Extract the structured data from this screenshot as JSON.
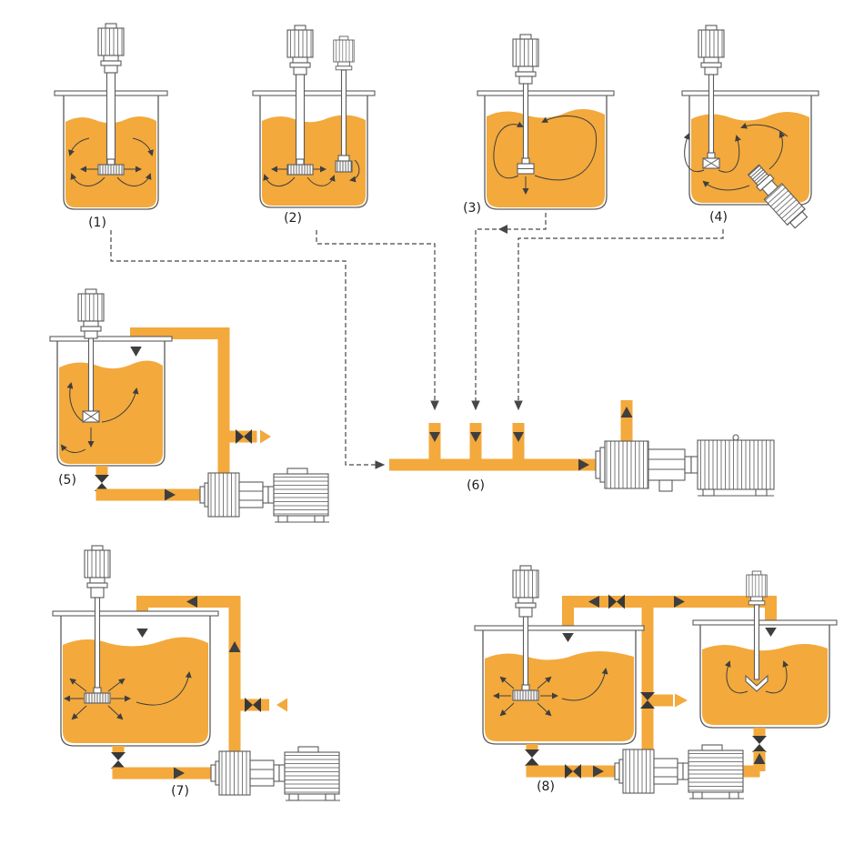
{
  "diagram": {
    "title": "Mixer and inline high-shear pump installation configurations",
    "labels": {
      "l1": "(1)",
      "l2": "(2)",
      "l3": "(3)",
      "l4": "(4)",
      "l5": "(5)",
      "l6": "(6)",
      "l7": "(7)",
      "l8": "(8)"
    },
    "colors": {
      "liquid": "#F3A93C",
      "pipe": "#F3A93C",
      "outline": "#5b5b5b",
      "valve": "#383838",
      "dash": "#474747",
      "flow": "#3f3f3f",
      "background": "#ffffff"
    },
    "components": {
      "config1": "batch tank with single top-entry disperser",
      "config2": "batch tank with two top-entry mixers",
      "config3": "batch tank with top-entry agitator",
      "config4": "tank with top agitator and bottom-entry high-shear mixer",
      "config5": "tank with agitator and external pump recirculation loop",
      "config6": "inline high-shear mixer manifold fed from tanks",
      "config7": "large batch tank with pump recirculation and injection port",
      "config8": "two-tank transfer and recirculation system with inline pump"
    }
  }
}
